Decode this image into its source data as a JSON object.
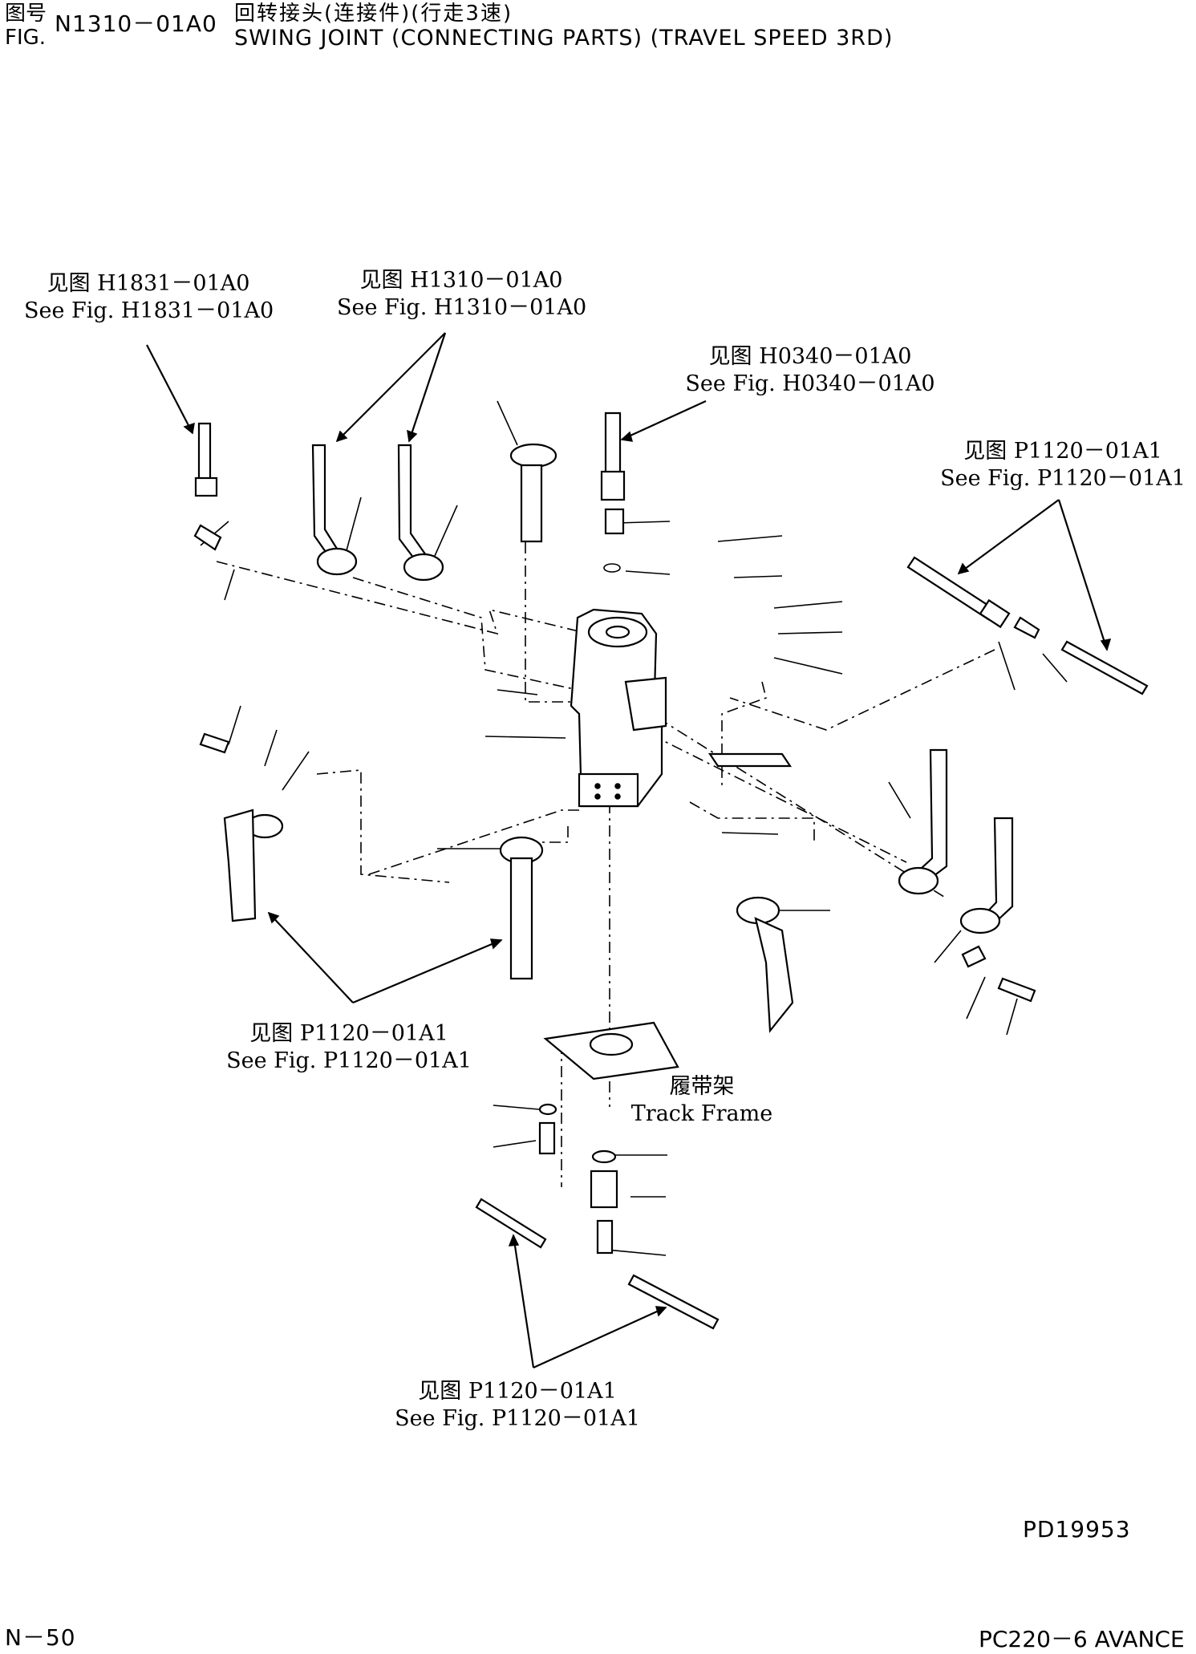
{
  "header": {
    "zh_label": "图号",
    "fig_label": "FIG.",
    "fig_number": "N1310－01A0",
    "title_zh": "回转接头(连接件)(行走3速)",
    "title_en": "SWING JOINT (CONNECTING PARTS) (TRAVEL SPEED 3RD)"
  },
  "callouts": [
    {
      "zh": "见图 H1831－01A0",
      "en": "See Fig. H1831－01A0"
    },
    {
      "zh": "见图 H1310－01A0",
      "en": "See Fig. H1310－01A0"
    },
    {
      "zh": "见图 H0340－01A0",
      "en": "See Fig. H0340－01A0"
    },
    {
      "zh": "见图 P1120－01A1",
      "en": "See Fig. P1120－01A1"
    },
    {
      "zh": "见图 P1120－01A1",
      "en": "See Fig. P1120－01A1"
    },
    {
      "zh": "见图 P1120－01A1",
      "en": "See Fig. P1120－01A1"
    }
  ],
  "track_frame": {
    "zh": "履带架",
    "en": "Track Frame"
  },
  "footer": {
    "drawing_code": "PD19953",
    "page": "N－50",
    "model": "PC220－6 AVANCE"
  }
}
